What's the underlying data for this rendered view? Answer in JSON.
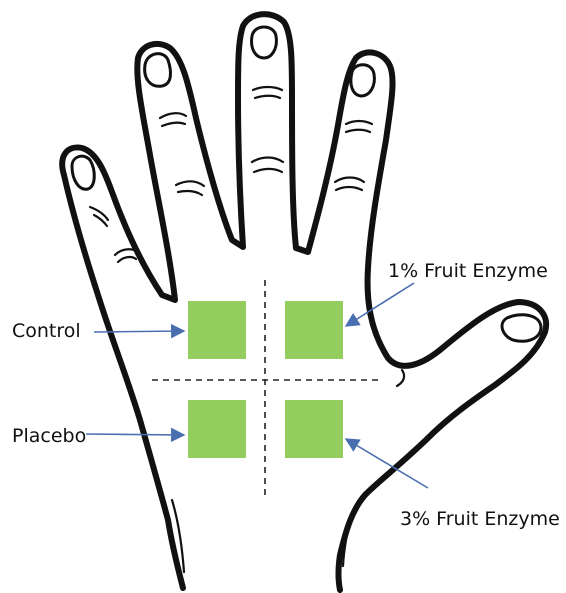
{
  "colors": {
    "patch_fill": "#92cd5d",
    "arrow": "#4a6fb0",
    "ink": "#111111"
  },
  "patches": [
    {
      "label": "Control",
      "position": "upper-left"
    },
    {
      "label": "1% Fruit Enzyme",
      "position": "upper-right"
    },
    {
      "label": "Placebo",
      "position": "lower-left"
    },
    {
      "label": "3% Fruit Enzyme",
      "position": "lower-right"
    }
  ],
  "icons": [
    "hand-illustration",
    "arrow-icon"
  ]
}
